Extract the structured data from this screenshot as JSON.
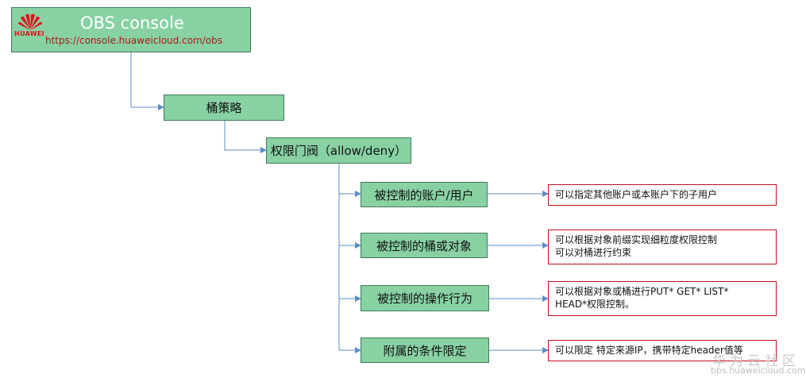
{
  "root": {
    "title": "OBS console",
    "url": "https://console.huaweicloud.com/obs",
    "logo_text": "HUAWEI"
  },
  "policy": {
    "label": "桶策略"
  },
  "gate": {
    "label": "权限门阀（allow/deny）"
  },
  "items": [
    {
      "label": "被控制的账户/用户",
      "notes": [
        "可以指定其他账户或本账户下的子用户"
      ]
    },
    {
      "label": "被控制的桶或对象",
      "notes": [
        "可以根据对象前缀实现细粒度权限控制",
        "可以对桶进行约束"
      ]
    },
    {
      "label": "被控制的操作行为",
      "notes": [
        "可以根据对象或桶进行PUT* GET* LIST*",
        "HEAD*权限控制。"
      ]
    },
    {
      "label": "附属的条件限定",
      "notes": [
        "可以限定 特定来源IP，携带特定header值等"
      ]
    }
  ],
  "watermark": {
    "text": "华为云社区",
    "url": "bbs.huaweicloud.com"
  },
  "colors": {
    "box_fill": "#88d1a3",
    "box_border": "#3f7a57",
    "note_border": "#c0101a",
    "line": "#5a8fc4"
  }
}
